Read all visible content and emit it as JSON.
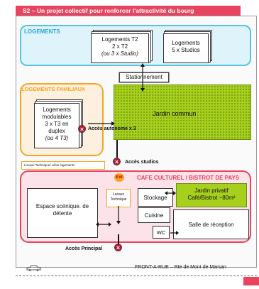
{
  "header": {
    "title": "S2 – Un projet collectif pour renforcer l'attractivité du bourg"
  },
  "logements": {
    "title": "LOGEMENTS",
    "t2": {
      "line1": "Logements T2",
      "line2": "2 x T2",
      "line3": "(ou 3 x Studio)"
    },
    "studios": {
      "line1": "Logements",
      "line2": "5 x Studios"
    }
  },
  "stationnement": "Stationnement",
  "jardin_commun": "Jardin commun",
  "familiaux": {
    "title": "LOGEMENTS FAMILIAUX",
    "modulables": {
      "line1": "Logements",
      "line2": "modulables",
      "line3": "3 x T3 en",
      "line4": "duplex",
      "line5": "(ou 4 T3)"
    }
  },
  "acces_autonome": "Accès autonome x 3",
  "acces_studios": "Accès studios",
  "locaux_tech_log": "Locaux Technique/ vélos logements",
  "cafe": {
    "title": "CAFE CULTUREL / BISTROT DE PAYS",
    "scene": {
      "line1": "Espace scénique. de",
      "line2": "détente"
    },
    "locaux": {
      "line1": "Locaux",
      "line2": "Technique"
    },
    "ext": "Ext",
    "stockage": "Stockage",
    "cuisine": "Cuisine",
    "wc": "WC",
    "jardin_privatif": {
      "line1": "Jardin privatif",
      "line2": "Café/Bistrot ~80m²"
    },
    "salle": "Salle de réception"
  },
  "acces_principal": "Accès Principal",
  "road": "FRONT-A-RUE – Rte de Mont de Marsan",
  "colors": {
    "accent": "#e8445f",
    "logements": "#55c5e6",
    "familiaux": "#f5a623",
    "jardin": "#a6cf1e",
    "marker": "#c8102e"
  }
}
